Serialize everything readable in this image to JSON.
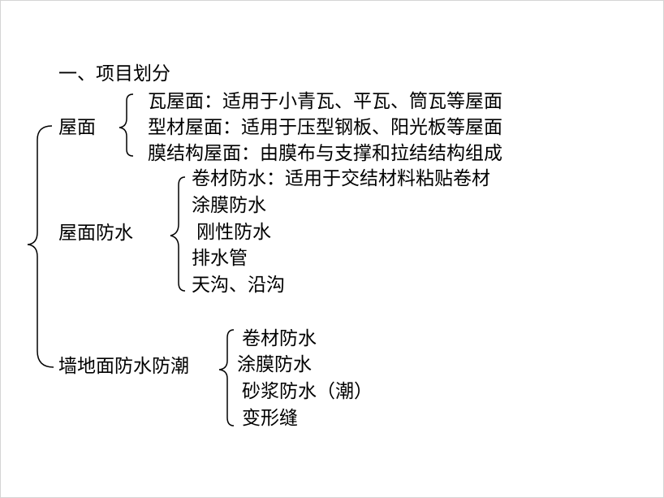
{
  "heading": "一、项目划分",
  "sections": [
    {
      "label": "屋面",
      "items": [
        "瓦屋面：适用于小青瓦、平瓦、筒瓦等屋面",
        "型材屋面：适用于压型钢板、阳光板等屋面",
        "膜结构屋面：由膜布与支撑和拉结结构组成"
      ]
    },
    {
      "label": "屋面防水",
      "items": [
        "卷材防水：适用于交结材料粘贴卷材",
        "涂膜防水",
        "刚性防水",
        "排水管",
        "天沟、沿沟"
      ]
    },
    {
      "label": "墙地面防水防潮",
      "items": [
        "卷材防水",
        "涂膜防水",
        "砂浆防水（潮）",
        "变形缝"
      ]
    }
  ]
}
